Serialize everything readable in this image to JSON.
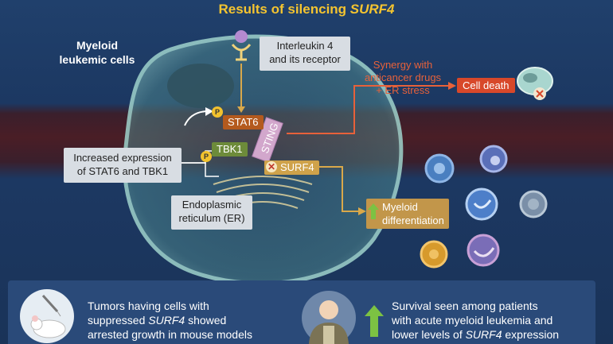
{
  "title_prefix": "Results of silencing ",
  "title_gene": "SURF4",
  "cell_label": [
    "Myeloid",
    "leukemic cells"
  ],
  "receptor_box": [
    "Interleukin 4",
    "and its receptor"
  ],
  "synergy": [
    "Synergy with",
    "anticancer drugs",
    "+ ER stress"
  ],
  "cell_death": "Cell death",
  "stat6": "STAT6",
  "tbk1": "TBK1",
  "sting": "STING",
  "surf4": "SURF4",
  "p_label": "P",
  "expression_box": [
    "Increased expression",
    "of STAT6 and TBK1"
  ],
  "er_box": [
    "Endoplasmic",
    "reticulum (ER)"
  ],
  "differentiation": [
    "Myeloid",
    "differentiation"
  ],
  "panel_left": {
    "line1": "Tumors having cells with",
    "line2_pre": "suppressed ",
    "line2_gene": "SURF4",
    "line2_post": " showed",
    "line3": "arrested growth in mouse models"
  },
  "panel_right": {
    "line1": "Survival seen among patients",
    "line2": "with acute myeloid leukemia and",
    "line3_pre": "lower levels of ",
    "line3_gene": "SURF4",
    "line3_post": " expression"
  },
  "colors": {
    "title": "#f4c430",
    "arrow_orange": "#e8613a",
    "arrow_gold": "#d9a84a",
    "up_arrow": "#7cc243"
  }
}
